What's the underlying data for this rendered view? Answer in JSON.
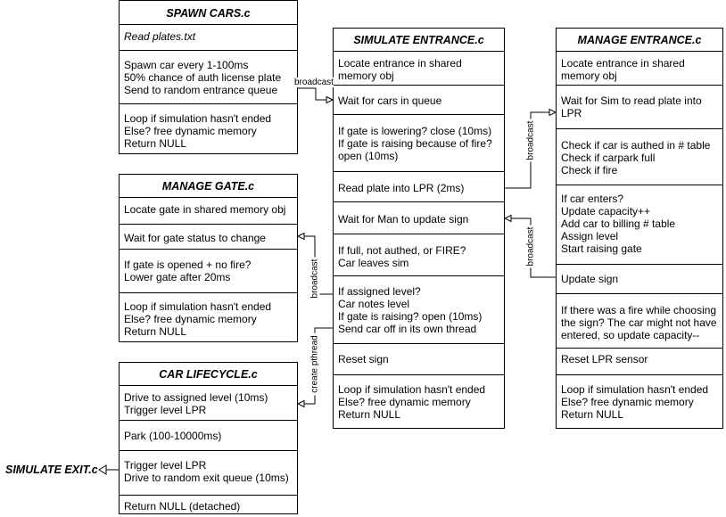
{
  "spawn_cars": {
    "title": "SPAWN CARS.c",
    "sections": [
      "Read plates.txt",
      "Spawn car every 1-100ms\n50% chance of auth license plate\nSend to random entrance queue",
      "Loop if simulation hasn't ended\nElse? free dynamic memory\nReturn NULL"
    ]
  },
  "manage_gate": {
    "title": "MANAGE GATE.c",
    "sections": [
      "Locate gate in shared memory obj",
      "Wait for gate status to change",
      "If gate is opened + no fire?\nLower gate after 20ms",
      "Loop if simulation hasn't ended\nElse? free dynamic memory\nReturn NULL"
    ]
  },
  "car_lifecycle": {
    "title": "CAR LIFECYCLE.c",
    "sections": [
      "Drive to assigned level (10ms)\nTrigger level LPR",
      "Park (100-10000ms)",
      "Trigger level LPR\nDrive to random exit queue (10ms)",
      "Return NULL (detached)"
    ]
  },
  "simulate_entrance": {
    "title": "SIMULATE ENTRANCE.c",
    "sections": [
      "Locate entrance in shared\nmemory obj",
      "Wait for cars in queue",
      "If gate is lowering? close (10ms)\nIf gate is raising because of fire?\nopen (10ms)",
      "Read plate into LPR (2ms)",
      "Wait for Man to update sign",
      "If full, not authed, or FIRE?\nCar leaves sim",
      "If assigned level?\nCar notes level\nIf gate is raising? open (10ms)\nSend car off in its own thread",
      "Reset sign",
      "Loop if simulation hasn't ended\nElse? free dynamic memory\nReturn NULL"
    ]
  },
  "manage_entrance": {
    "title": "MANAGE ENTRANCE.c",
    "sections": [
      "Locate entrance in shared\nmemory obj",
      "Wait for Sim to read plate into\nLPR",
      "Check if car is authed in # table\nCheck if carpark full\nCheck if fire",
      "If car enters?\nUpdate capacity++\nAdd car to billing # table\nAssign level\nStart raising gate",
      "Update sign",
      "If there was a fire while choosing\nthe sign? The car might not have\nentered, so update capacity--",
      "Reset LPR sensor",
      "Loop if simulation hasn't ended\nElse? free dynamic memory\nReturn NULL"
    ]
  },
  "simulate_exit": {
    "title": "SIMULATE EXIT.c"
  },
  "connectors": {
    "broadcast_spawn": "broadcast",
    "broadcast_lpr": "broadcast",
    "broadcast_sign": "broadcast",
    "broadcast_gate": "broadcast",
    "create_pthread": "create pthread"
  }
}
